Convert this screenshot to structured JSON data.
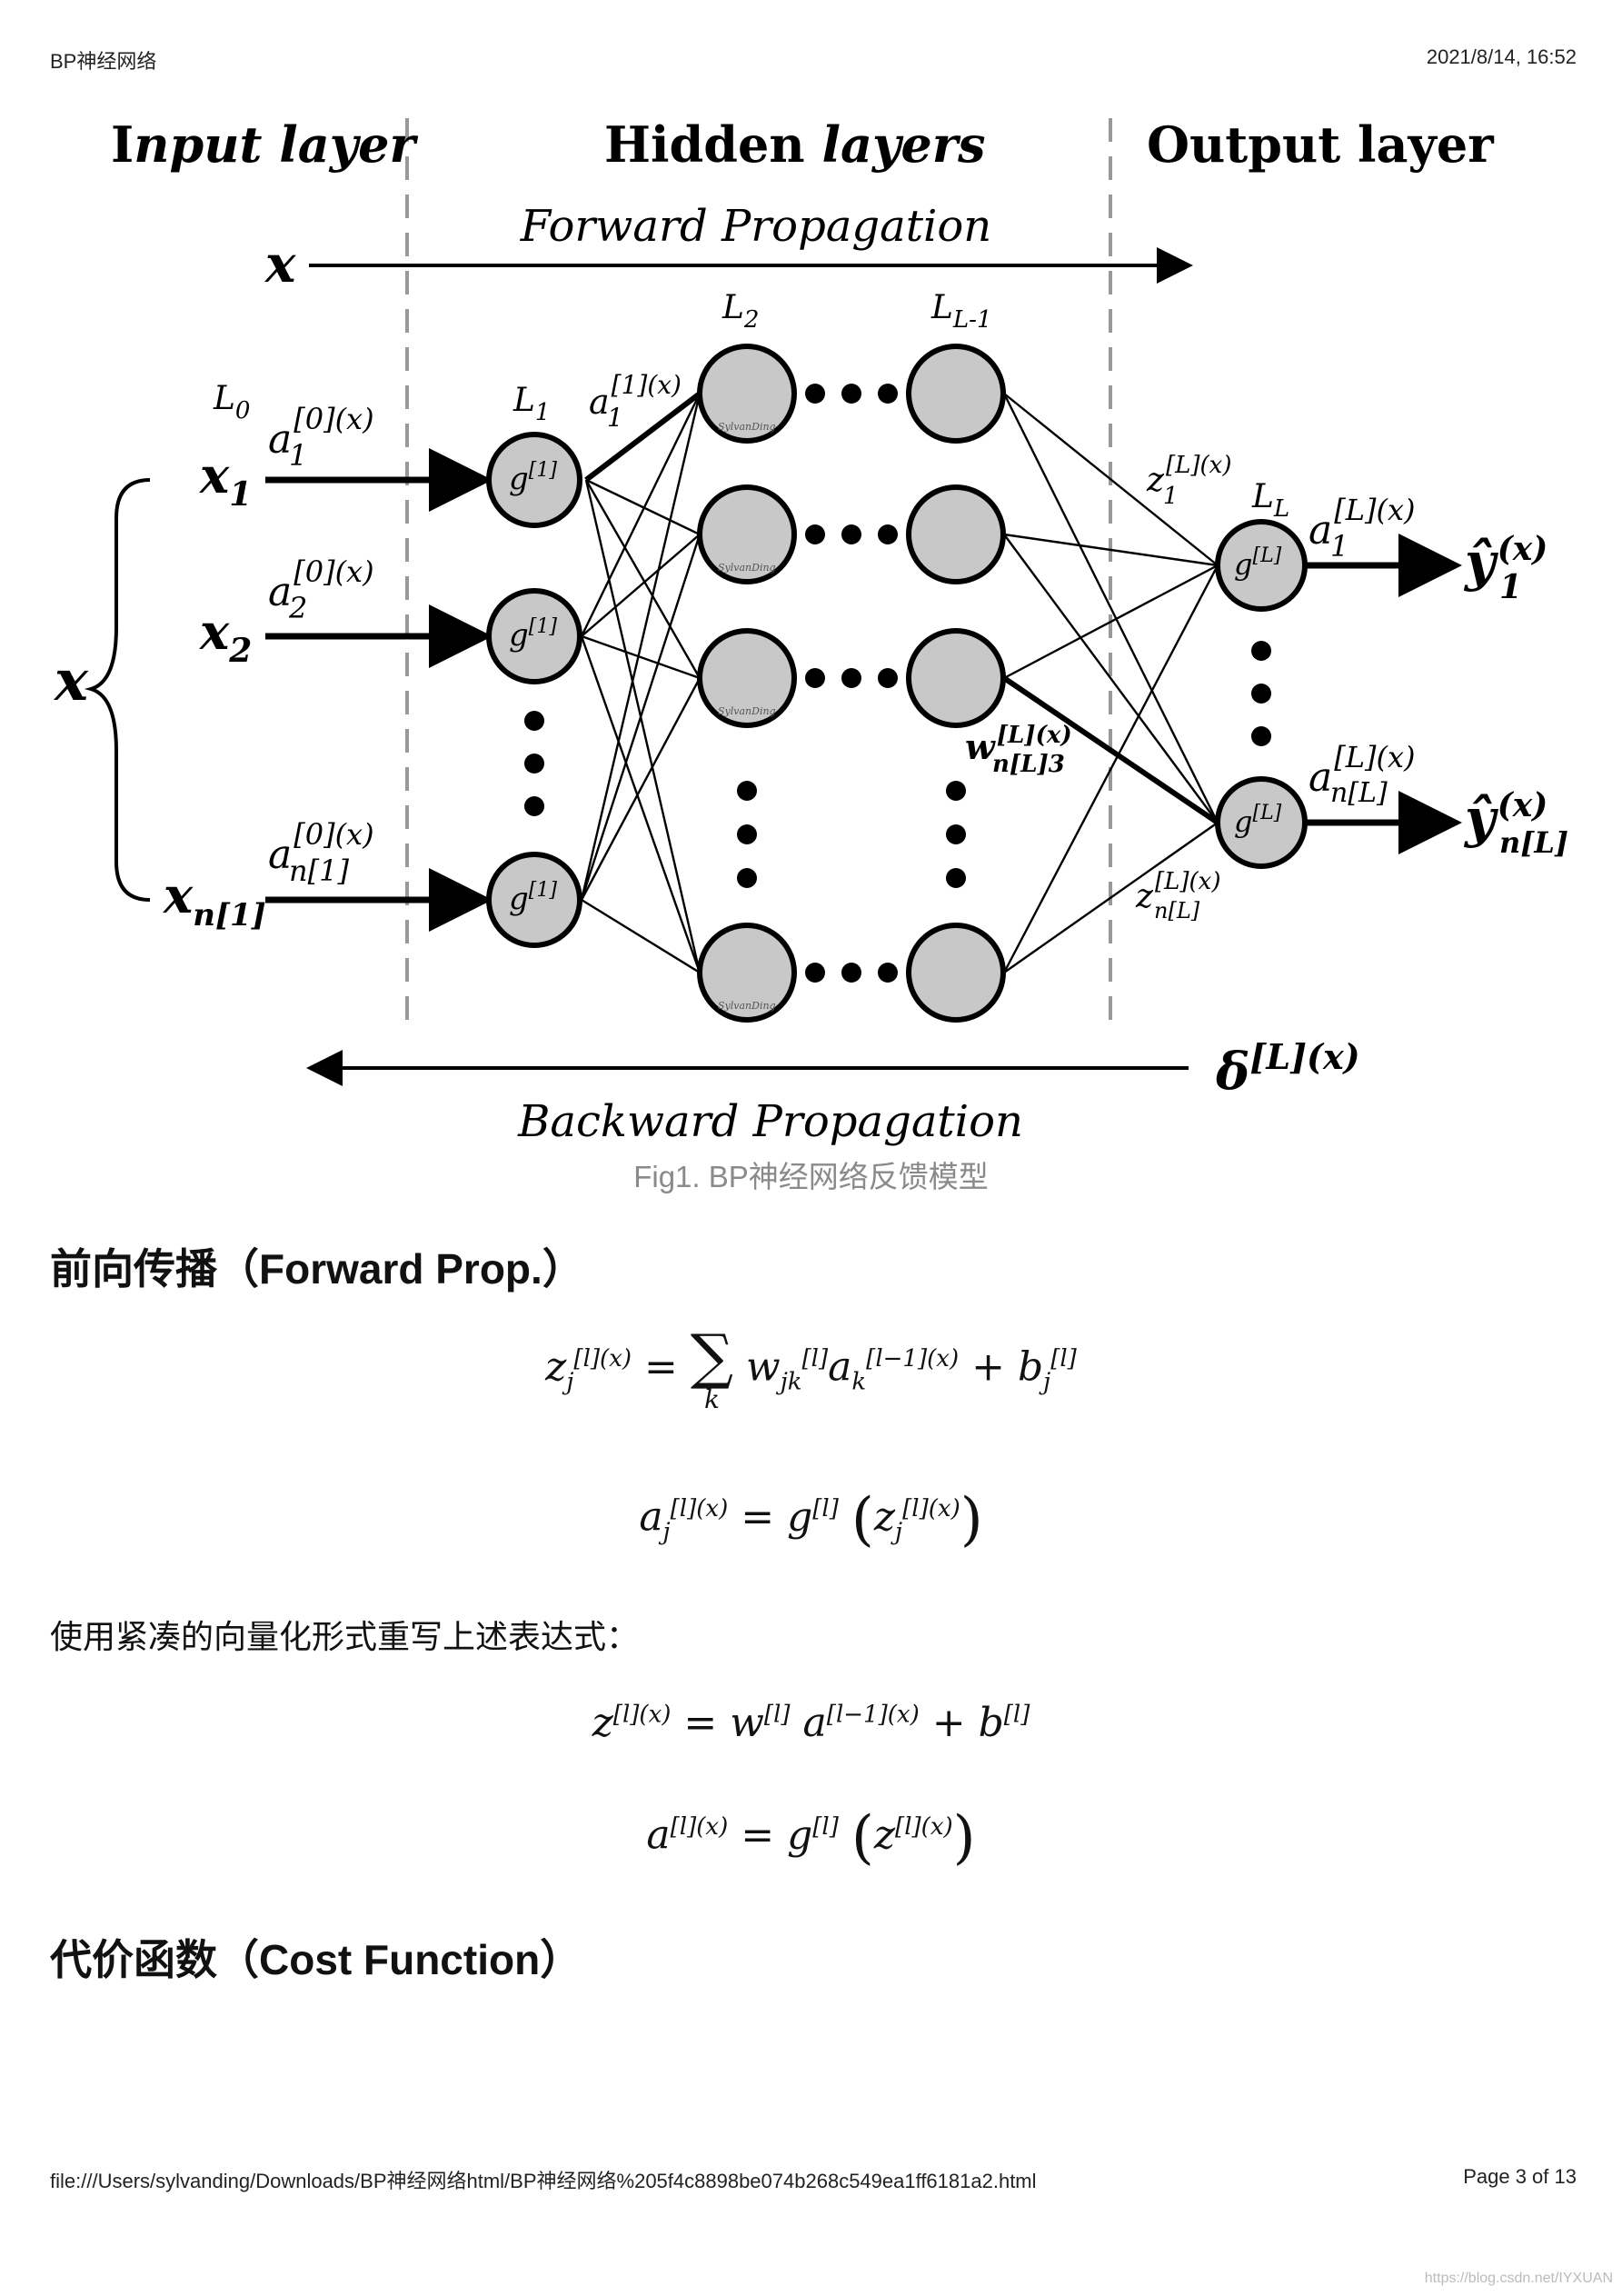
{
  "header": {
    "title": "BP神经网络",
    "datetime": "2021/8/14, 16:52"
  },
  "diagram": {
    "layer_titles": {
      "input_prefix": "I",
      "input_rest": "nput layer",
      "hidden_prefix": "Hidden ",
      "hidden_rest": "layers",
      "output": "Output layer"
    },
    "forward_label": "Forward Propagation",
    "backward_label": "Backward Propagation",
    "x_top": "x",
    "x_brace": "x",
    "layer_names": {
      "l0": "L",
      "l0_sub": "0",
      "l1": "L",
      "l1_sub": "1",
      "l2": "L",
      "l2_sub": "2",
      "lL1": "L",
      "lL1_sub": "L-1",
      "lL": "L",
      "lL_sub": "L"
    },
    "inputs": [
      {
        "x": "x",
        "sub": "1",
        "a": "a",
        "a_sup": "[0](x)",
        "a_sub": "1"
      },
      {
        "x": "x",
        "sub": "2",
        "a": "a",
        "a_sup": "[0](x)",
        "a_sub": "2"
      },
      {
        "x": "x",
        "sub": "n[1]",
        "a": "a",
        "a_sup": "[0](x)",
        "a_sub": "n[1]"
      }
    ],
    "g1_label": "g",
    "g1_sup": "[1]",
    "gL_label": "g",
    "gL_sup": "[L]",
    "a1_hidden": {
      "a": "a",
      "sup": "[1](x)",
      "sub": "1"
    },
    "z_top": {
      "z": "z",
      "sup": "[L](x)",
      "sub": "1"
    },
    "z_bottom": {
      "z": "z",
      "sup": "[L](x)",
      "sub": "n[L]"
    },
    "w_label": {
      "w": "w",
      "sup": "[L](x)",
      "sub": "n[L]3"
    },
    "outputs": [
      {
        "a": "a",
        "a_sup": "[L](x)",
        "a_sub": "1",
        "y": "ŷ",
        "y_sup": "(x)",
        "y_sub": "1"
      },
      {
        "a": "a",
        "a_sup": "[L](x)",
        "a_sub": "n[L]",
        "y": "ŷ",
        "y_sup": "(x)",
        "y_sub": "n[L]"
      }
    ],
    "delta": {
      "d": "δ",
      "sup": "[L](x)"
    },
    "node_watermark": "SylvanDing"
  },
  "caption": "Fig1. BP神经网络反馈模型",
  "section1": {
    "title": "前向传播（Forward Prop.）"
  },
  "paragraph": "使用紧凑的向量化形式重写上述表达式：",
  "section2": {
    "title": "代价函数（Cost Function）"
  },
  "footer": {
    "path": "file:///Users/sylvanding/Downloads/BP神经网络html/BP神经网络%205f4c8898be074b268c549ea1ff6181a2.html",
    "page": "Page 3 of 13"
  },
  "watermark": "https://blog.csdn.net/IYXUAN"
}
